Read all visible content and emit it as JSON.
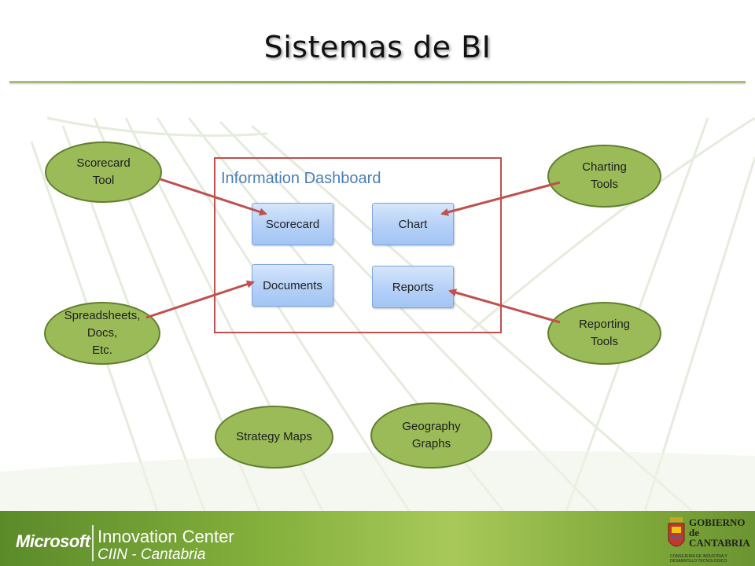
{
  "slide": {
    "title": "Sistemas de BI"
  },
  "dashboard": {
    "label": "Information Dashboard",
    "boxes": {
      "scorecard": "Scorecard",
      "chart": "Chart",
      "documents": "Documents",
      "reports": "Reports"
    }
  },
  "tools": {
    "scorecard_tool": "Scorecard\nTool",
    "charting_tools": "Charting\nTools",
    "spreadsheets": "Spreadsheets,\nDocs,\nEtc.",
    "reporting_tools": "Reporting\nTools",
    "strategy_maps": "Strategy Maps",
    "geography_graphs": "Geography\nGraphs"
  },
  "colors": {
    "oval_fill": "#9bbb59",
    "oval_border": "#5f7f2e",
    "arrow": "#c0504d",
    "frame": "#c0504d",
    "dashboard_label": "#4a7ebb",
    "box_fill": "#b4d0f7"
  },
  "footer": {
    "microsoft": "Microsoft",
    "innovation_center": "Innovation Center",
    "subtitle": "CIIN - Cantabria",
    "gob_line1": "GOBIERNO",
    "gob_line2": "de",
    "gob_line3": "CANTABRIA",
    "gob_sub": "CONSEJERIA DE INDUSTRIA Y DESARROLLO TECNOLOGICO"
  }
}
